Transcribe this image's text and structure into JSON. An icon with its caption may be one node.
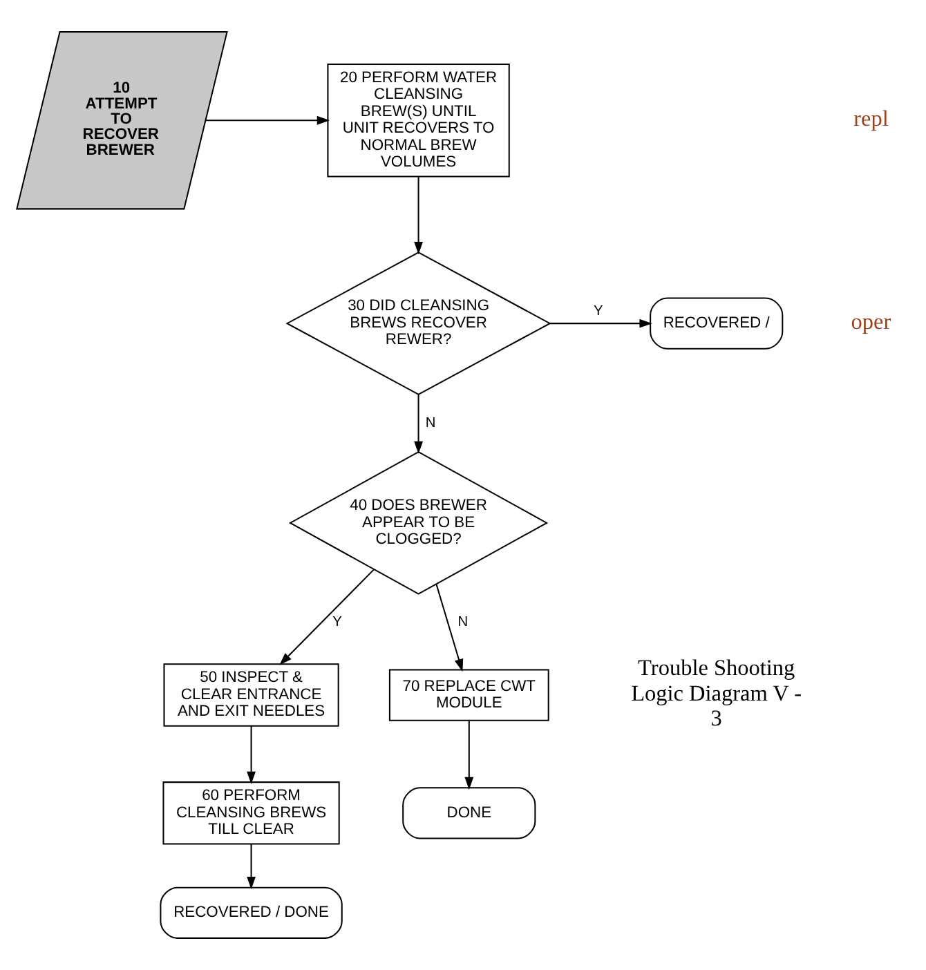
{
  "diagram": {
    "nodes": [
      {
        "text": [
          "10 ATTEMPT TO RECOVER BREWER"
        ]
      },
      {
        "text": [
          "20 PERFORM WATER CLEANSING BREW(S) UNTIL UNIT RECOVERS TO NORMAL BREW VOLUMES"
        ]
      },
      {
        "text": [
          "30 DID CLEANSING BREWS RECOVER REWER?"
        ]
      },
      {
        "text": [
          "RECOVERED /"
        ]
      },
      {
        "text": [
          "40 DOES BREWER APPEAR TO BE CLOGGED?"
        ]
      },
      {
        "text": [
          "50 INSPECT & CLEAR ENTRANCE AND EXIT NEEDLES"
        ]
      },
      {
        "text": [
          "70 REPLACE CWT MODULE"
        ]
      },
      {
        "text": [
          "60 PERFORM CLEANSING BREWS TILL CLEAR"
        ]
      },
      {
        "text": [
          "DONE"
        ]
      },
      {
        "text": [
          "RECOVERED / DONE"
        ]
      }
    ],
    "edges": [
      {
        "from": 0,
        "to": 1,
        "arrow": "to"
      },
      {
        "from": 1,
        "to": 2,
        "arrow": "to"
      },
      {
        "from": 2,
        "to": 3,
        "arrow": "to",
        "label": "Y"
      },
      {
        "from": 2,
        "to": 4,
        "arrow": "to",
        "label": "N"
      },
      {
        "from": 4,
        "to": 5,
        "arrow": "to",
        "label": "Y"
      },
      {
        "from": 4,
        "to": 6,
        "arrow": "to",
        "label": "N"
      },
      {
        "from": 5,
        "to": 7,
        "arrow": "to"
      },
      {
        "from": 6,
        "to": 8,
        "arrow": "to"
      },
      {
        "from": 7,
        "to": 9,
        "arrow": "to"
      }
    ],
    "labels": [
      "repl",
      "oper",
      "Trouble Shooting Logic Diagram V - 3"
    ]
  }
}
